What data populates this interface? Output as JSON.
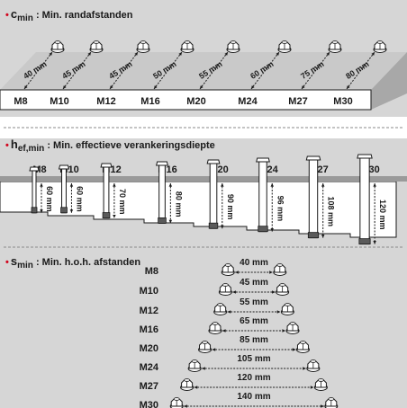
{
  "colors": {
    "red": "#d2051e",
    "panel": "#d6d6d6",
    "panel_dark": "#a8a8a8",
    "top_face": "#c9c9c9",
    "front_face": "#ffffff",
    "text": "#1a1a1a",
    "separator": "#8a8a8a"
  },
  "sections": {
    "c_min": {
      "bullet": "•",
      "symbol": "c",
      "subscript": "min",
      "label": ": Min. randafstanden",
      "sizes": [
        "M8",
        "M10",
        "M12",
        "M16",
        "M20",
        "M24",
        "M27",
        "M30"
      ],
      "distances": [
        "40 mm",
        "45 mm",
        "45 mm",
        "50 mm",
        "55 mm",
        "60 mm",
        "75 mm",
        "80 mm"
      ]
    },
    "h_ef_min": {
      "bullet": "•",
      "symbol": "h",
      "subscript": "ef,min",
      "label": ": Min. effectieve verankeringsdiepte",
      "sizes": [
        "M8",
        "M10",
        "M12",
        "M16",
        "M20",
        "M24",
        "M27",
        "M30"
      ],
      "depths": [
        "60 mm",
        "60 mm",
        "70 mm",
        "80 mm",
        "90 mm",
        "96 mm",
        "108 mm",
        "120 mm"
      ]
    },
    "s_min": {
      "bullet": "•",
      "symbol": "s",
      "subscript": "min",
      "label": ": Min. h.o.h. afstanden",
      "sizes": [
        "M8",
        "M10",
        "M12",
        "M16",
        "M20",
        "M24",
        "M27",
        "M30"
      ],
      "spacings": [
        "40 mm",
        "45 mm",
        "55 mm",
        "65 mm",
        "85 mm",
        "105 mm",
        "120 mm",
        "140 mm"
      ],
      "spacing_values_mm": [
        40,
        45,
        55,
        65,
        85,
        105,
        120,
        140
      ]
    }
  }
}
